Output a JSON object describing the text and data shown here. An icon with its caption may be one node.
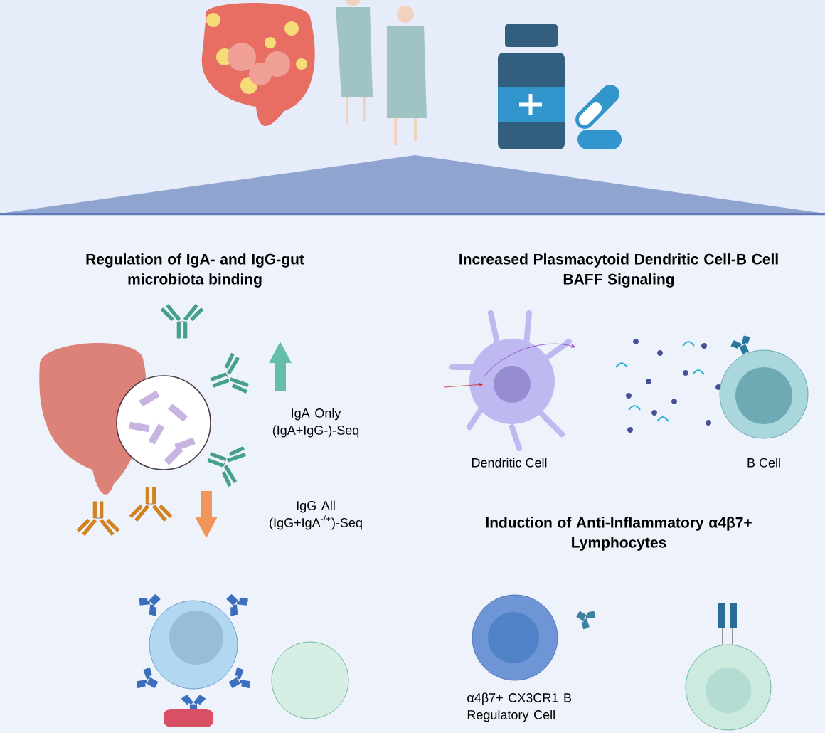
{
  "diagram": {
    "nodes": [
      {
        "text": [
          "Dendritic Cell"
        ]
      },
      {
        "text": [
          "B Cell"
        ]
      },
      {
        "text": [
          "α4β7+ CX3CR1 B Regulatory Cell"
        ]
      }
    ],
    "labels": [
      "Regulation of IgA- and IgG-gut microbiota binding",
      "Increased Plasmacytoid Dendritic Cell-B Cell BAFF Signaling",
      "IgA Only (IgA+IgG-)-Seq",
      "IgG All (IgG+IgA$^{-/+}$)-Seq",
      "Induction of Anti-Inflammatory α4β7+ Lymphocytes"
    ]
  }
}
